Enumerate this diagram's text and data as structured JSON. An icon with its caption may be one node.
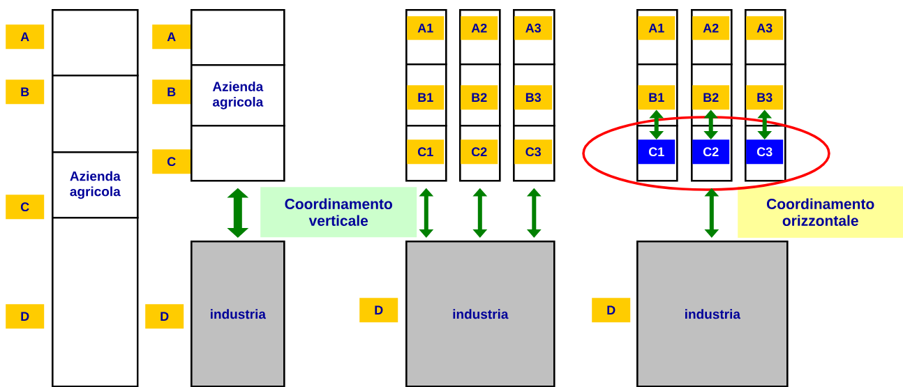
{
  "diagram": {
    "nodes": [
      {
        "text": [
          "A"
        ]
      },
      {
        "text": [
          "B"
        ]
      },
      {
        "text": [
          "C"
        ]
      },
      {
        "text": [
          "D"
        ]
      },
      {
        "text": [],
        "shape": "box"
      },
      {
        "text": [],
        "shape": "box"
      },
      {
        "text": [
          "Azienda agricola"
        ]
      },
      {
        "text": [],
        "shape": "box"
      },
      {
        "text": [
          "A"
        ]
      },
      {
        "text": [
          "B"
        ]
      },
      {
        "text": [
          "C"
        ]
      },
      {
        "text": [
          "D"
        ]
      },
      {
        "text": [],
        "shape": "box"
      },
      {
        "text": [
          "Azienda agricola"
        ]
      },
      {
        "text": [],
        "shape": "box"
      },
      {
        "text": [
          "industria"
        ]
      },
      {
        "text": [
          "Coordinamento verticale"
        ]
      },
      {
        "text": [],
        "shape": "box"
      },
      {
        "text": [
          "A1"
        ],
        "in": 17
      },
      {
        "text": [],
        "shape": "box"
      },
      {
        "text": [
          "B1"
        ],
        "in": 19
      },
      {
        "text": [],
        "shape": "box"
      },
      {
        "text": [
          "C1"
        ],
        "in": 21
      },
      {
        "text": [],
        "shape": "box"
      },
      {
        "text": [
          "A2"
        ],
        "in": 23
      },
      {
        "text": [],
        "shape": "box"
      },
      {
        "text": [
          "B2"
        ],
        "in": 25
      },
      {
        "text": [],
        "shape": "box"
      },
      {
        "text": [
          "C2"
        ],
        "in": 27
      },
      {
        "text": [],
        "shape": "box"
      },
      {
        "text": [
          "A3"
        ],
        "in": 29
      },
      {
        "text": [],
        "shape": "box"
      },
      {
        "text": [
          "B3"
        ],
        "in": 31
      },
      {
        "text": [],
        "shape": "box"
      },
      {
        "text": [
          "C3"
        ],
        "in": 33
      },
      {
        "text": [
          "D"
        ]
      },
      {
        "text": [
          "industria"
        ]
      },
      {
        "text": [],
        "shape": "box"
      },
      {
        "text": [
          "A1"
        ],
        "in": 37
      },
      {
        "text": [],
        "shape": "box"
      },
      {
        "text": [
          "B1"
        ],
        "in": 39
      },
      {
        "text": [],
        "shape": "box"
      },
      {
        "text": [
          "C1"
        ],
        "in": 41
      },
      {
        "text": [],
        "shape": "box"
      },
      {
        "text": [
          "A2"
        ],
        "in": 43
      },
      {
        "text": [],
        "shape": "box"
      },
      {
        "text": [
          "B2"
        ],
        "in": 45
      },
      {
        "text": [],
        "shape": "box"
      },
      {
        "text": [
          "C2"
        ],
        "in": 47
      },
      {
        "text": [],
        "shape": "box"
      },
      {
        "text": [
          "A3"
        ],
        "in": 49
      },
      {
        "text": [],
        "shape": "box"
      },
      {
        "text": [
          "B3"
        ],
        "in": 51
      },
      {
        "text": [],
        "shape": "box"
      },
      {
        "text": [
          "C3"
        ],
        "in": 53
      },
      {
        "text": [
          "Coordinamento orizzontale"
        ]
      },
      {
        "text": [
          "D"
        ]
      },
      {
        "text": [
          "industria"
        ]
      }
    ],
    "edges": [
      {
        "from": 14,
        "to": 15,
        "arrow": "both",
        "style": "thick"
      },
      {
        "from": 21,
        "to": 36,
        "arrow": "both"
      },
      {
        "from": 27,
        "to": 36,
        "arrow": "both"
      },
      {
        "from": 33,
        "to": 36,
        "arrow": "both"
      },
      {
        "from": 40,
        "to": 42,
        "arrow": "both"
      },
      {
        "from": 46,
        "to": 48,
        "arrow": "both"
      },
      {
        "from": 52,
        "to": 54,
        "arrow": "both"
      },
      {
        "from": 47,
        "to": 57,
        "arrow": "both"
      }
    ]
  }
}
